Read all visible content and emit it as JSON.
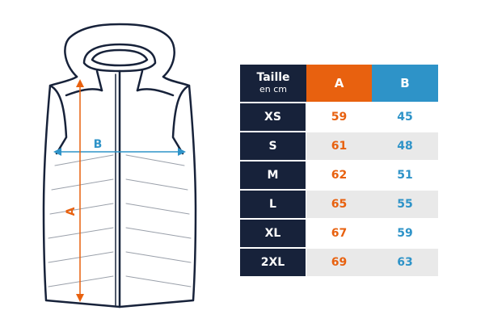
{
  "diagram": {
    "label_a": "A",
    "label_b": "B",
    "color_a": "#e8610f",
    "color_b": "#2e93c8",
    "outline_color": "#17223a"
  },
  "table": {
    "header": {
      "size_title": "Taille",
      "size_unit": "en cm",
      "col_a": "A",
      "col_b": "B"
    },
    "rows": [
      {
        "size": "XS",
        "a": "59",
        "b": "45"
      },
      {
        "size": "S",
        "a": "61",
        "b": "48"
      },
      {
        "size": "M",
        "a": "62",
        "b": "51"
      },
      {
        "size": "L",
        "a": "65",
        "b": "55"
      },
      {
        "size": "XL",
        "a": "67",
        "b": "59"
      },
      {
        "size": "2XL",
        "a": "69",
        "b": "63"
      }
    ]
  }
}
